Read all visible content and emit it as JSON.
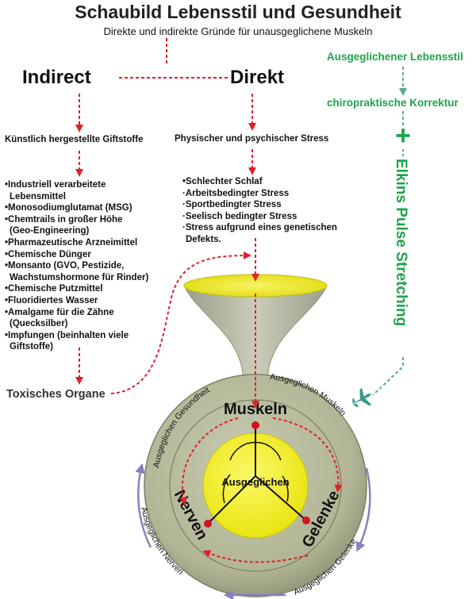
{
  "title": "Schaubild Lebensstil und Gesundheit",
  "subtitle": "Direkte und indirekte Gründe für unausgeglichene Muskeln",
  "indirect": {
    "heading": "Indirect",
    "subheading": "Künstlich hergestellte Giftstoffe",
    "items": [
      "•Industriell verarbeitete",
      "Lebensmittel",
      "•Monosodiumglutamat (MSG)",
      "•Chemtrails in großer Höhe",
      "(Geo-Engineering)",
      "•Pharmazeutische Arzneimittel",
      "•Chemische Dünger",
      "•Monsanto (GVO, Pestizide,",
      "Wachstumshormone für Rinder)",
      "•Chemische Putzmittel",
      "•Fluoridiertes Wasser",
      "•Amalgame für die Zähne",
      "(Quecksilber)",
      "•Impfungen (beinhalten viele",
      "Giftstoffe)"
    ],
    "bottom": "Toxisches Organe"
  },
  "direct": {
    "heading": "Direkt",
    "subheading": "Physischer und psychischer Stress",
    "items": [
      "•Schlechter Schlaf",
      "·Arbeitsbedingter Stress",
      "·Sportbedingter Stress",
      "·Seelisch bedingter Stress",
      "·Stress aufgrund eines genetischen",
      "Defekts."
    ]
  },
  "right": {
    "lifestyle": "Ausgeglichener Lebensstil",
    "correction": "chiropraktische Korrektur",
    "plus": "+",
    "stretching": "Elkins Pulse Stretching"
  },
  "wheel": {
    "muskeln": "Muskeln",
    "nerven": "Nerven",
    "gelenke": "Gelenke",
    "center": "Ausgeglichen",
    "arc_gesundheit": "Ausgeglichen Gesundheit",
    "arc_muskeln": "Ausgeglichen Muskeln",
    "arc_nerven": "Ausgeglichen Nerven",
    "arc_gelenke": "Ausgeglichen Gelenke"
  },
  "colors": {
    "arrow_red": "#e0202a",
    "green": "#1ea44a",
    "funnel": "#b3b79e",
    "funnel_outer": "#8f9577",
    "yellow": "#f2ee1d",
    "cycle_purple": "#8a7fc0",
    "plane": "#3a9a8a"
  },
  "icons": [
    "airplane-icon"
  ]
}
